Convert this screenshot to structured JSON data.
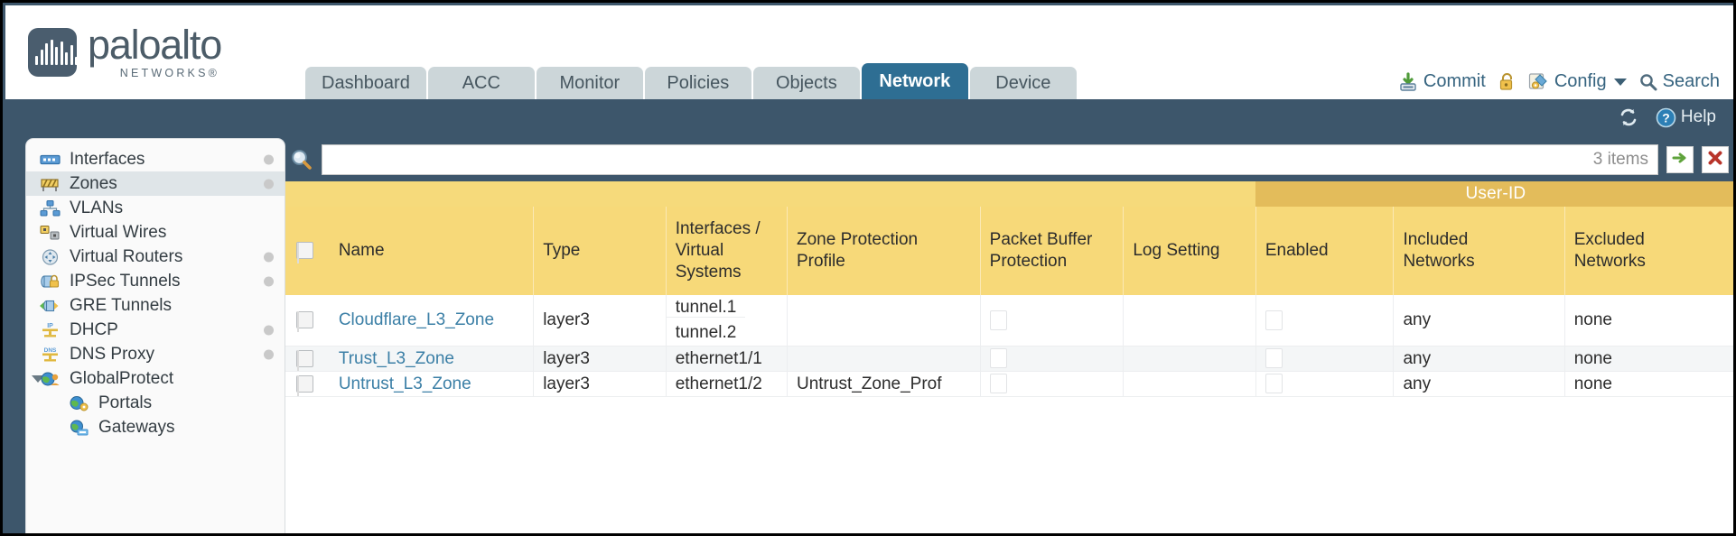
{
  "brand": {
    "name": "paloalto",
    "tagline": "NETWORKS",
    "registered": "®"
  },
  "nav": {
    "tabs": [
      {
        "label": "Dashboard",
        "active": false
      },
      {
        "label": "ACC",
        "active": false
      },
      {
        "label": "Monitor",
        "active": false
      },
      {
        "label": "Policies",
        "active": false
      },
      {
        "label": "Objects",
        "active": false
      },
      {
        "label": "Network",
        "active": true
      },
      {
        "label": "Device",
        "active": false
      }
    ]
  },
  "top_actions": {
    "commit": "Commit",
    "config": "Config",
    "search": "Search"
  },
  "subbar": {
    "help": "Help"
  },
  "sidebar": {
    "items": [
      {
        "label": "Interfaces",
        "icon": "interfaces-icon",
        "dot": true,
        "selected": false,
        "child": false,
        "expander": false
      },
      {
        "label": "Zones",
        "icon": "zones-icon",
        "dot": true,
        "selected": true,
        "child": false,
        "expander": false
      },
      {
        "label": "VLANs",
        "icon": "vlans-icon",
        "dot": false,
        "selected": false,
        "child": false,
        "expander": false
      },
      {
        "label": "Virtual Wires",
        "icon": "virtual-wires-icon",
        "dot": false,
        "selected": false,
        "child": false,
        "expander": false
      },
      {
        "label": "Virtual Routers",
        "icon": "virtual-routers-icon",
        "dot": true,
        "selected": false,
        "child": false,
        "expander": false
      },
      {
        "label": "IPSec Tunnels",
        "icon": "ipsec-tunnels-icon",
        "dot": true,
        "selected": false,
        "child": false,
        "expander": false
      },
      {
        "label": "GRE Tunnels",
        "icon": "gre-tunnels-icon",
        "dot": false,
        "selected": false,
        "child": false,
        "expander": false
      },
      {
        "label": "DHCP",
        "icon": "dhcp-icon",
        "dot": true,
        "selected": false,
        "child": false,
        "expander": false
      },
      {
        "label": "DNS Proxy",
        "icon": "dns-proxy-icon",
        "dot": true,
        "selected": false,
        "child": false,
        "expander": false
      },
      {
        "label": "GlobalProtect",
        "icon": "globalprotect-icon",
        "dot": false,
        "selected": false,
        "child": false,
        "expander": true
      },
      {
        "label": "Portals",
        "icon": "portals-icon",
        "dot": false,
        "selected": false,
        "child": true,
        "expander": false
      },
      {
        "label": "Gateways",
        "icon": "gateways-icon",
        "dot": false,
        "selected": false,
        "child": true,
        "expander": false
      }
    ]
  },
  "search": {
    "value": "",
    "placeholder": "",
    "items_count": "3 items"
  },
  "table": {
    "group_header": "User-ID",
    "columns": [
      "Name",
      "Type",
      "Interfaces / Virtual Systems",
      "Zone Protection Profile",
      "Packet Buffer Protection",
      "Log Setting",
      "Enabled",
      "Included Networks",
      "Excluded Networks"
    ],
    "column_lines": {
      "name": "Name",
      "type": "Type",
      "interfaces_l1": "Interfaces /",
      "interfaces_l2": "Virtual",
      "interfaces_l3": "Systems",
      "zone_protection_l1": "Zone Protection",
      "zone_protection_l2": "Profile",
      "packet_buffer_l1": "Packet Buffer",
      "packet_buffer_l2": "Protection",
      "log_setting": "Log Setting",
      "enabled": "Enabled",
      "included_l1": "Included",
      "included_l2": "Networks",
      "excluded_l1": "Excluded",
      "excluded_l2": "Networks"
    },
    "rows": [
      {
        "selected": false,
        "name": "Cloudflare_L3_Zone",
        "type": "layer3",
        "interfaces": [
          "tunnel.1",
          "tunnel.2"
        ],
        "zone_protection_profile": "",
        "packet_buffer_protection": false,
        "log_setting": "",
        "userid_enabled": false,
        "included_networks": "any",
        "excluded_networks": "none"
      },
      {
        "selected": false,
        "name": "Trust_L3_Zone",
        "type": "layer3",
        "interfaces": [
          "ethernet1/1"
        ],
        "zone_protection_profile": "",
        "packet_buffer_protection": false,
        "log_setting": "",
        "userid_enabled": false,
        "included_networks": "any",
        "excluded_networks": "none"
      },
      {
        "selected": false,
        "name": "Untrust_L3_Zone",
        "type": "layer3",
        "interfaces": [
          "ethernet1/2"
        ],
        "zone_protection_profile": "Untrust_Zone_Prof",
        "packet_buffer_protection": false,
        "log_setting": "",
        "userid_enabled": false,
        "included_networks": "any",
        "excluded_networks": "none"
      }
    ]
  },
  "colors": {
    "nav_active": "#2e6e93",
    "chrome_blue": "#3d566b",
    "header_gold": "#f7d979",
    "group_gold": "#e3bc5b",
    "link_blue": "#3b7fa6"
  }
}
